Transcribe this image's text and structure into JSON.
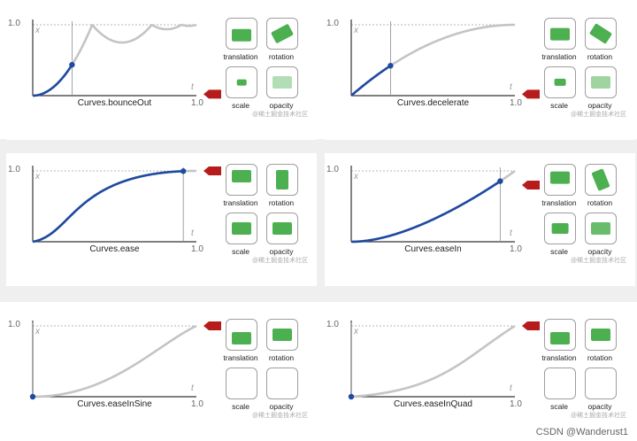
{
  "colors": {
    "active": "#1e4aa0",
    "track": "#c4c4c4",
    "tile_fill": "#4caf50",
    "marker": "#b71c1c",
    "band": "#efefef"
  },
  "labels": {
    "y_max": "1.0",
    "x_max": "1.0",
    "y_axis": "x",
    "x_axis": "t",
    "translation": "translation",
    "rotation": "rotation",
    "scale": "scale",
    "opacity": "opacity",
    "watermark": "@稀土掘金技术社区"
  },
  "panels": [
    {
      "name": "Curves.bounceOut",
      "curve": "bounceOut",
      "t": 0.24,
      "marker": "side",
      "show_watermark": true,
      "translation": {
        "offset": 0.28,
        "visible": true
      },
      "rotation": {
        "angle": -28,
        "visible": true
      },
      "scale": {
        "scale": 0.28,
        "visible": true
      },
      "opacity": {
        "opacity": 0.28,
        "visible": true
      }
    },
    {
      "name": "Curves.decelerate",
      "curve": "decelerate",
      "t": 0.24,
      "marker": "side",
      "show_watermark": true,
      "translation": {
        "offset": 0.42,
        "visible": true
      },
      "rotation": {
        "angle": 33,
        "visible": true
      },
      "scale": {
        "scale": 0.42,
        "visible": true
      },
      "opacity": {
        "opacity": 0.42,
        "visible": true
      }
    },
    {
      "name": "Curves.ease",
      "curve": "ease",
      "t": 0.92,
      "marker": "end",
      "show_watermark": true,
      "translation": {
        "offset": 1.0,
        "visible": true
      },
      "rotation": {
        "angle": 90,
        "visible": true
      },
      "scale": {
        "scale": 1.0,
        "visible": true
      },
      "opacity": {
        "opacity": 1.0,
        "visible": true
      }
    },
    {
      "name": "Curves.easeIn",
      "curve": "easeIn",
      "t": 0.91,
      "marker": "side",
      "show_watermark": true,
      "translation": {
        "offset": 0.8,
        "visible": true
      },
      "rotation": {
        "angle": 68,
        "visible": true
      },
      "scale": {
        "scale": 0.8,
        "visible": true
      },
      "opacity": {
        "opacity": 0.8,
        "visible": true
      }
    },
    {
      "name": "Curves.easeInSine",
      "curve": "easeInSine",
      "t": 0.0,
      "marker": "end",
      "show_watermark": true,
      "translation": {
        "offset": 0.0,
        "visible": true
      },
      "rotation": {
        "angle": 0,
        "visible": true
      },
      "scale": {
        "scale": 0.0,
        "visible": false
      },
      "opacity": {
        "opacity": 0.0,
        "visible": false
      }
    },
    {
      "name": "Curves.easeInQuad",
      "curve": "easeInQuad",
      "t": 0.0,
      "marker": "end",
      "show_watermark": true,
      "translation": {
        "offset": 0.0,
        "visible": true
      },
      "rotation": {
        "angle": 0,
        "visible": true
      },
      "scale": {
        "scale": 0.0,
        "visible": false
      },
      "opacity": {
        "opacity": 0.0,
        "visible": false
      }
    }
  ],
  "footer": {
    "credit": "CSDN @Wanderust1"
  }
}
